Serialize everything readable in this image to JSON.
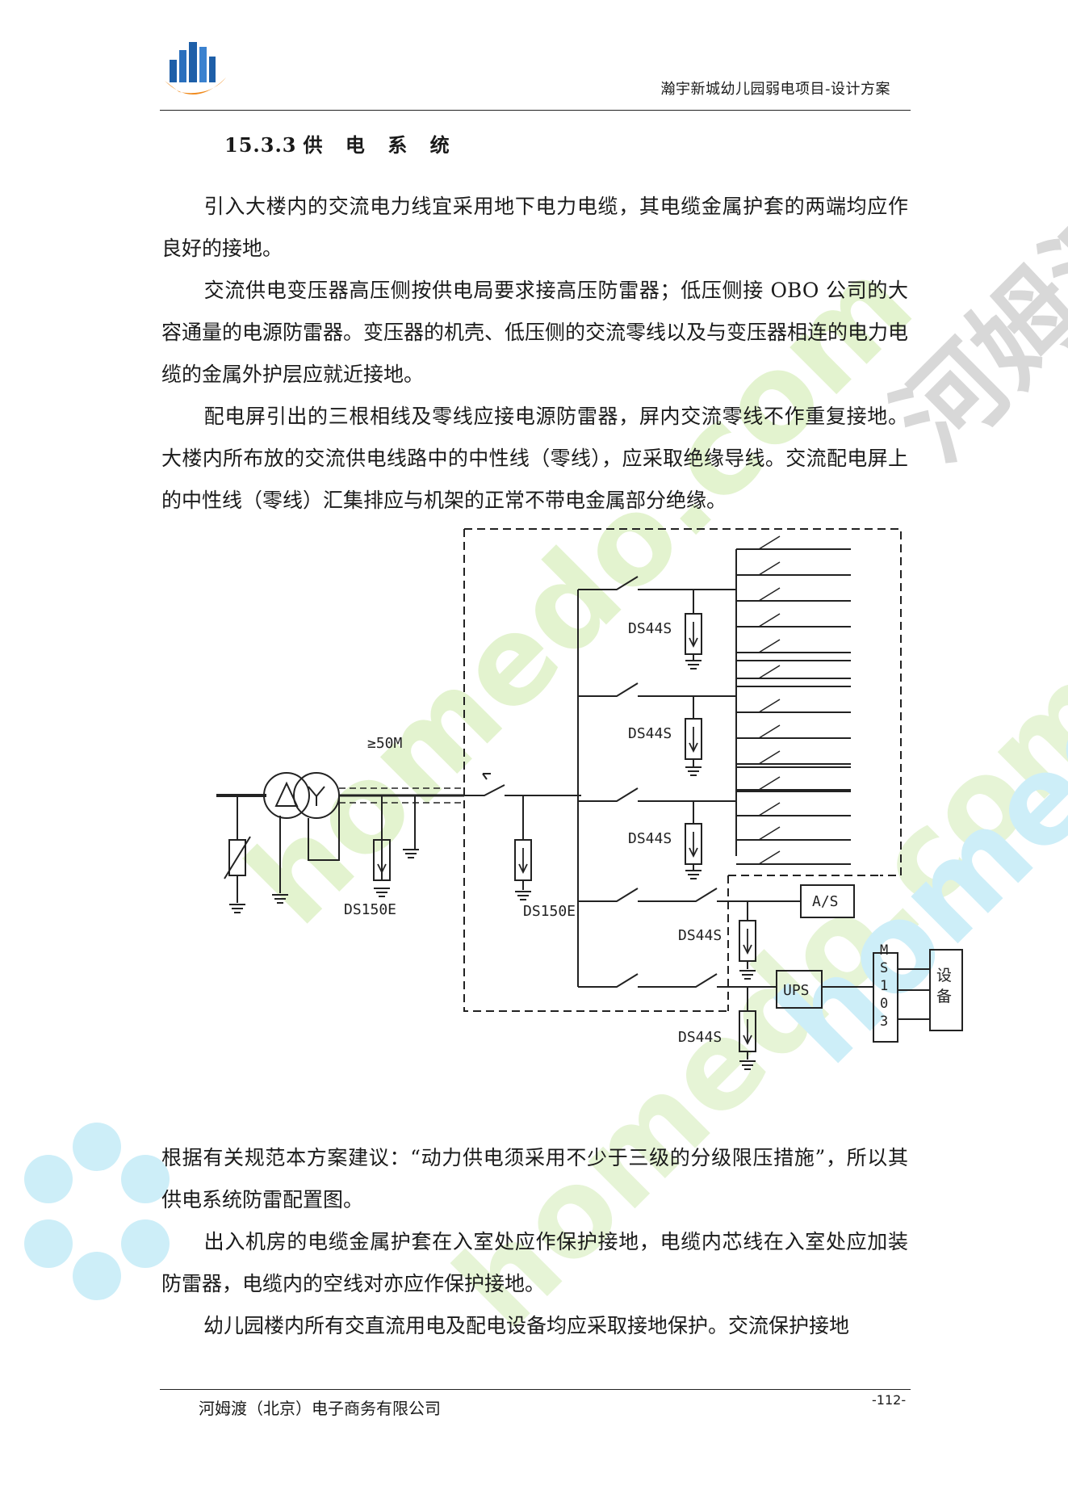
{
  "header": {
    "title": "瀚宇新城幼儿园弱电项目-设计方案"
  },
  "section": {
    "number": "15.3.3",
    "title": "供 电 系 统"
  },
  "paragraphs": {
    "p1": "引入大楼内的交流电力线宜采用地下电力电缆，其电缆金属护套的两端均应作良好的接地。",
    "p2": "交流供电变压器高压侧按供电局要求接高压防雷器；低压侧接 OBO 公司的大容通量的电源防雷器。变压器的机壳、低压侧的交流零线以及与变压器相连的电力电缆的金属外护层应就近接地。",
    "p3": "配电屏引出的三根相线及零线应接电源防雷器，屏内交流零线不作重复接地。大楼内所布放的交流供电线路中的中性线（零线），应采取绝缘导线。交流配电屏上的中性线（零线）汇集排应与机架的正常不带电金属部分绝缘。",
    "p4": "根据有关规范本方案建议：“动力供电须采用不少于三级的分级限压措施”，所以其供电系统防雷配置图。",
    "p5": "出入机房的电缆金属护套在入室处应作保护接地，电缆内芯线在入室处应加装防雷器，电缆内的空线对亦应作保护接地。",
    "p6": "幼儿园楼内所有交直流用电及配电设备均应采取接地保护。交流保护接地"
  },
  "diagram": {
    "label_distance": "≥50M",
    "label_ds150e_1": "DS150E",
    "label_ds150e_2": "DS150E",
    "label_ds44s_1": "DS44S",
    "label_ds44s_2": "DS44S",
    "label_ds44s_3": "DS44S",
    "label_ds44s_4": "DS44S",
    "label_ds44s_5": "DS44S",
    "label_as": "A/S",
    "label_ups": "UPS",
    "label_ms103": [
      "M",
      "S",
      "1",
      "0",
      "3"
    ],
    "label_equipment": [
      "设",
      "备"
    ]
  },
  "watermark": {
    "text_cn": "河姆渡",
    "text_en": "homedo.com"
  },
  "footer": {
    "company": "河姆渡（北京）电子商务有限公司",
    "page": "-112-"
  },
  "colors": {
    "logo_blue": "#1e5fa8",
    "logo_orange": "#f08a1c",
    "watermark_green": "#e3f3cf",
    "watermark_cyan": "#cdeef8",
    "watermark_gray": "#d8d8d8"
  }
}
